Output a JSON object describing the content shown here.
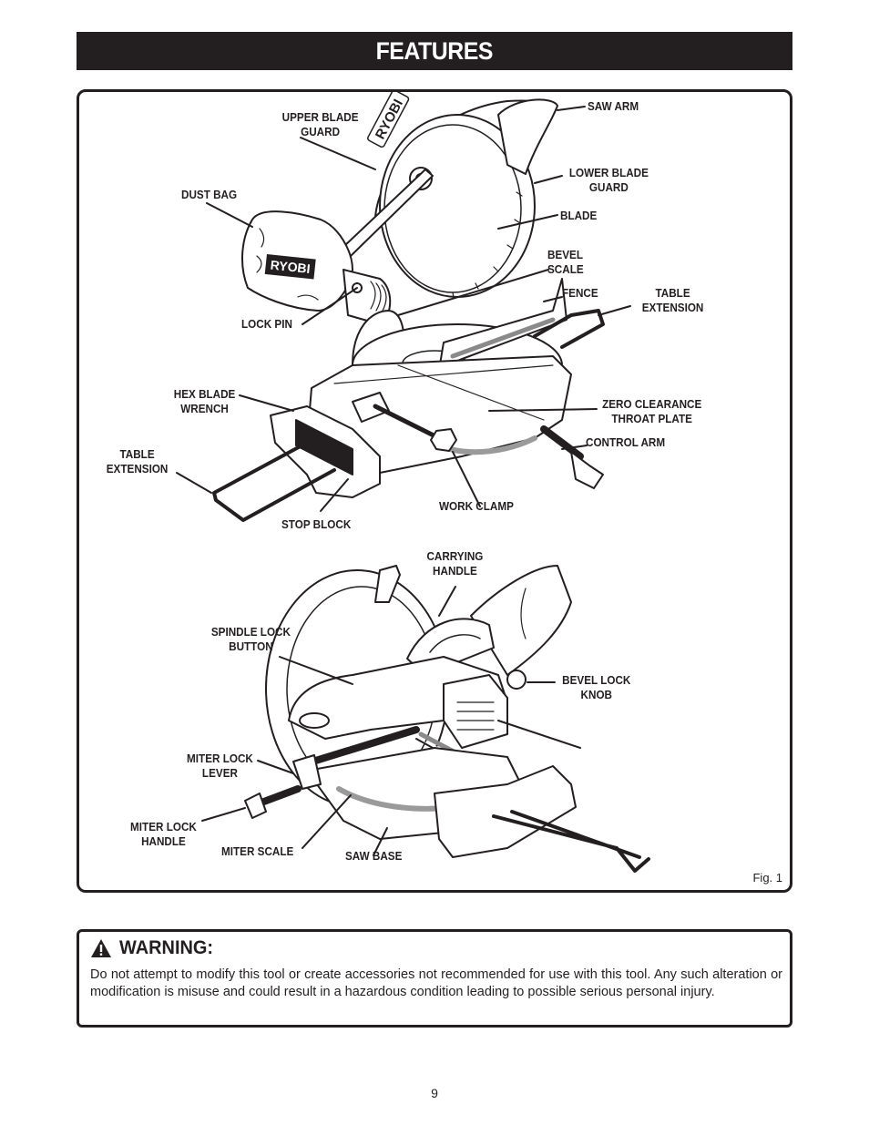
{
  "page": {
    "title": "FEATURES",
    "page_number": "9"
  },
  "figure": {
    "caption": "Fig. 1",
    "brand_logo_text": "RYOBI",
    "top_view_labels": {
      "upper_blade_guard": "UPPER BLADE\nGUARD",
      "saw_arm": "SAW ARM",
      "lower_blade_guard": "LOWER BLADE\nGUARD",
      "dust_bag": "DUST BAG",
      "blade": "BLADE",
      "bevel_scale": "BEVEL\nSCALE",
      "fence": "FENCE",
      "table_extension_right": "TABLE\nEXTENSION",
      "lock_pin": "LOCK PIN",
      "hex_blade_wrench": "HEX BLADE\nWRENCH",
      "zero_clearance_throat_plate": "ZERO CLEARANCE\nTHROAT PLATE",
      "control_arm": "CONTROL ARM",
      "table_extension_left": "TABLE\nEXTENSION",
      "work_clamp": "WORK CLAMP",
      "stop_block": "STOP BLOCK"
    },
    "bottom_view_labels": {
      "carrying_handle": "CARRYING\nHANDLE",
      "spindle_lock_button": "SPINDLE LOCK\nBUTTON",
      "bevel_lock_knob": "BEVEL LOCK\nKNOB",
      "miter_lock_lever": "MITER LOCK\nLEVER",
      "miter_lock_handle": "MITER LOCK\nHANDLE",
      "miter_scale": "MITER SCALE",
      "saw_base": "SAW BASE"
    }
  },
  "warning": {
    "icon": "warning-triangle-icon",
    "heading": "WARNING:",
    "body": "Do not attempt to modify this tool or create accessories not recommended for use with this tool. Any such alteration or modification is misuse and could result in a hazardous condition leading to possible serious personal injury."
  }
}
